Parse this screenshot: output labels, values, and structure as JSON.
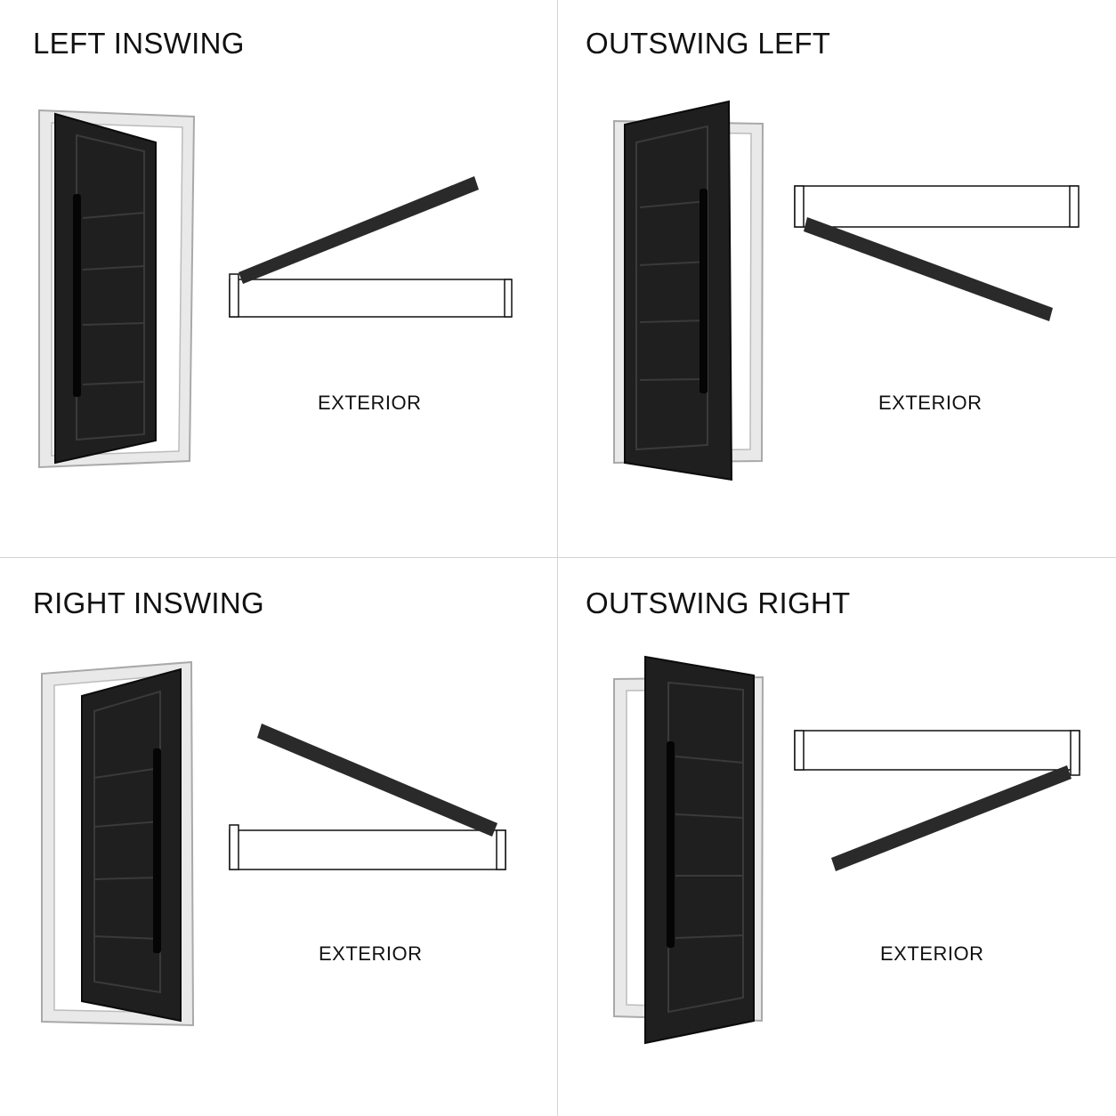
{
  "panels": [
    {
      "title": "LEFT INSWING",
      "exterior_label": "EXTERIOR"
    },
    {
      "title": "OUTSWING LEFT",
      "exterior_label": "EXTERIOR"
    },
    {
      "title": "RIGHT INSWING",
      "exterior_label": "EXTERIOR"
    },
    {
      "title": "OUTSWING RIGHT",
      "exterior_label": "EXTERIOR"
    }
  ],
  "colors": {
    "door": "#1f1f1f",
    "door_edge": "#0b0b0b",
    "frame": "#e9e9e9",
    "frame_edge": "#a9a9a9",
    "plan_door": "#2a2a2a",
    "line": "#111111"
  }
}
